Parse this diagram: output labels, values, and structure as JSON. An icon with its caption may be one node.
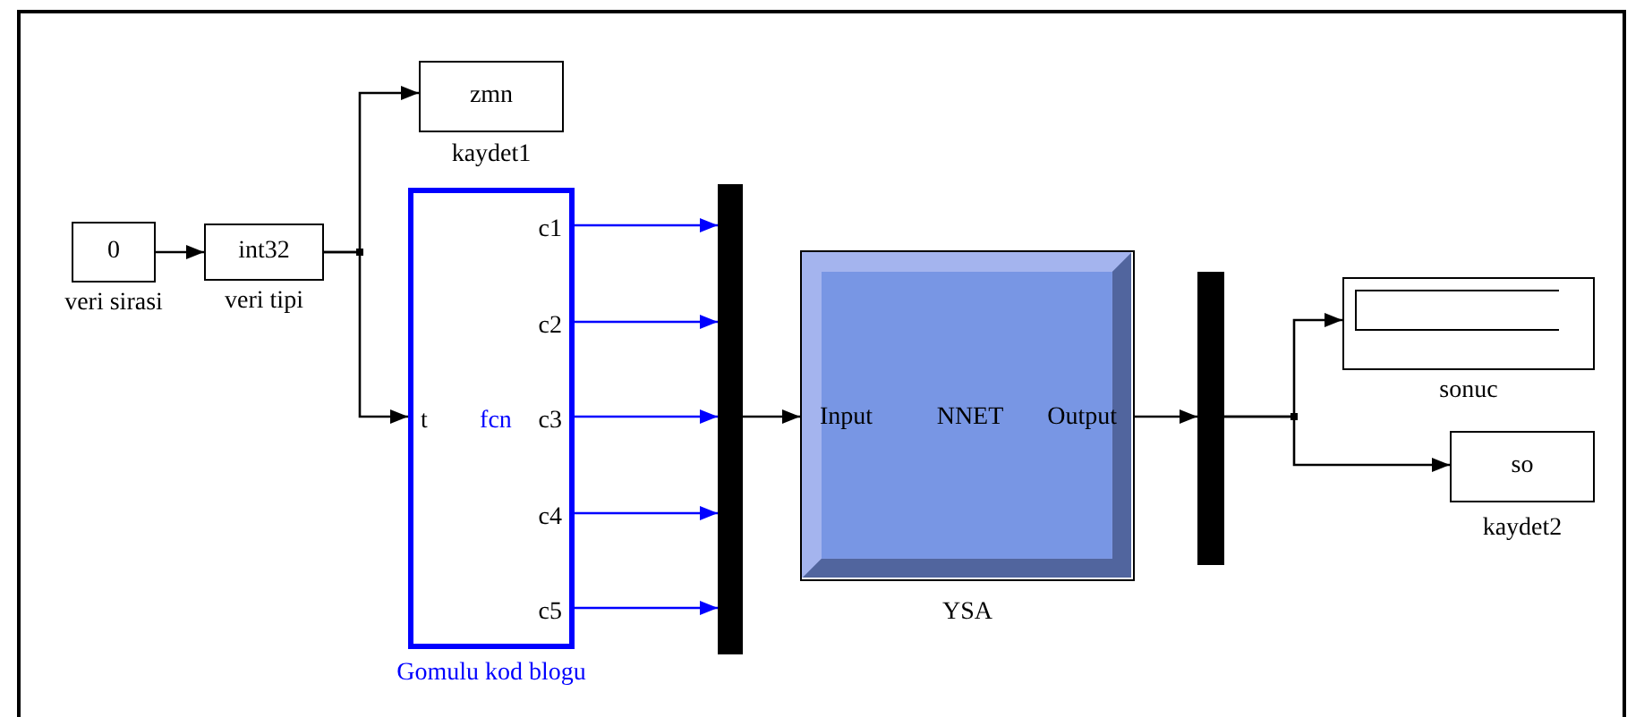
{
  "diagram": {
    "nodes": [
      {
        "text": [
          "0"
        ],
        "beside": [
          "veri sirasi"
        ]
      },
      {
        "text": [
          "int32"
        ],
        "beside": [
          "veri tipi"
        ]
      },
      {
        "text": [
          "zmn"
        ],
        "beside": [
          "kaydet1"
        ]
      },
      {
        "text": [
          "t",
          "fcn",
          "c1",
          "c2",
          "c3",
          "c4",
          "c5"
        ],
        "beside": [
          "Gomulu kod blogu"
        ]
      },
      {
        "text": [],
        "shape": "bar"
      },
      {
        "text": [
          "Input",
          "NNET",
          "Output"
        ],
        "beside": [
          "YSA"
        ]
      },
      {
        "text": [],
        "shape": "bar"
      },
      {
        "text": [],
        "shape": "box",
        "beside": [
          "sonuc"
        ]
      },
      {
        "text": [
          "so"
        ],
        "beside": [
          "kaydet2"
        ]
      }
    ],
    "edges": [
      {
        "from": 0,
        "to": 1,
        "arrow": "to"
      },
      {
        "from": 1,
        "to": 2,
        "arrow": "to"
      },
      {
        "from": 1,
        "to": 3,
        "arrow": "to"
      },
      {
        "from": 3,
        "to": 4,
        "arrow": "to",
        "color": "#0000ff"
      },
      {
        "from": 3,
        "to": 4,
        "arrow": "to",
        "color": "#0000ff"
      },
      {
        "from": 3,
        "to": 4,
        "arrow": "to",
        "color": "#0000ff"
      },
      {
        "from": 3,
        "to": 4,
        "arrow": "to",
        "color": "#0000ff"
      },
      {
        "from": 3,
        "to": 4,
        "arrow": "to",
        "color": "#0000ff"
      },
      {
        "from": 4,
        "to": 5,
        "arrow": "to"
      },
      {
        "from": 5,
        "to": 6,
        "arrow": "to"
      },
      {
        "from": 6,
        "to": 7,
        "arrow": "to"
      },
      {
        "from": 6,
        "to": 8,
        "arrow": "to"
      }
    ]
  }
}
